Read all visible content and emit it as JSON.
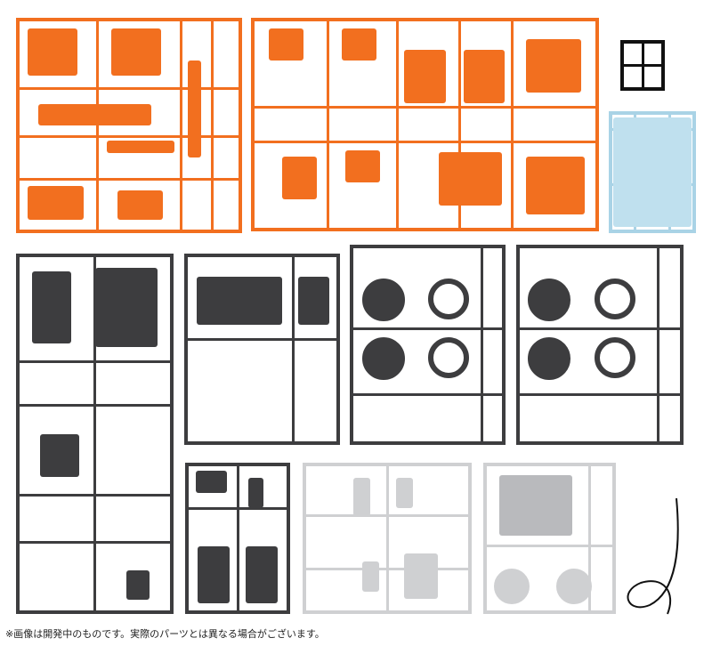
{
  "caption": "※画像は開発中のものです。実際のパーツとは異なる場合がございます。",
  "colors": {
    "orange_sprue": "#f26f1f",
    "dark_grey_sprue": "#3d3d3f",
    "light_grey_sprue": "#cfd0d2",
    "clear_blue_sprue": "#bfe0ee",
    "black_part": "#111111",
    "wire": "#111111"
  },
  "sprues": [
    {
      "name": "orange-sprue-a",
      "color": "orange"
    },
    {
      "name": "orange-sprue-b",
      "color": "orange"
    },
    {
      "name": "black-small-sprue",
      "color": "black"
    },
    {
      "name": "clear-sprue",
      "color": "clear blue"
    },
    {
      "name": "dark-sprue-a",
      "color": "dark grey"
    },
    {
      "name": "dark-sprue-b",
      "color": "dark grey"
    },
    {
      "name": "dark-sprue-wheels-a",
      "color": "dark grey"
    },
    {
      "name": "dark-sprue-wheels-b",
      "color": "dark grey"
    },
    {
      "name": "dark-sprue-c",
      "color": "dark grey"
    },
    {
      "name": "light-grey-sprue",
      "color": "light grey"
    },
    {
      "name": "light-grey-sprue-drum",
      "color": "light grey"
    },
    {
      "name": "wire",
      "color": "black"
    }
  ]
}
